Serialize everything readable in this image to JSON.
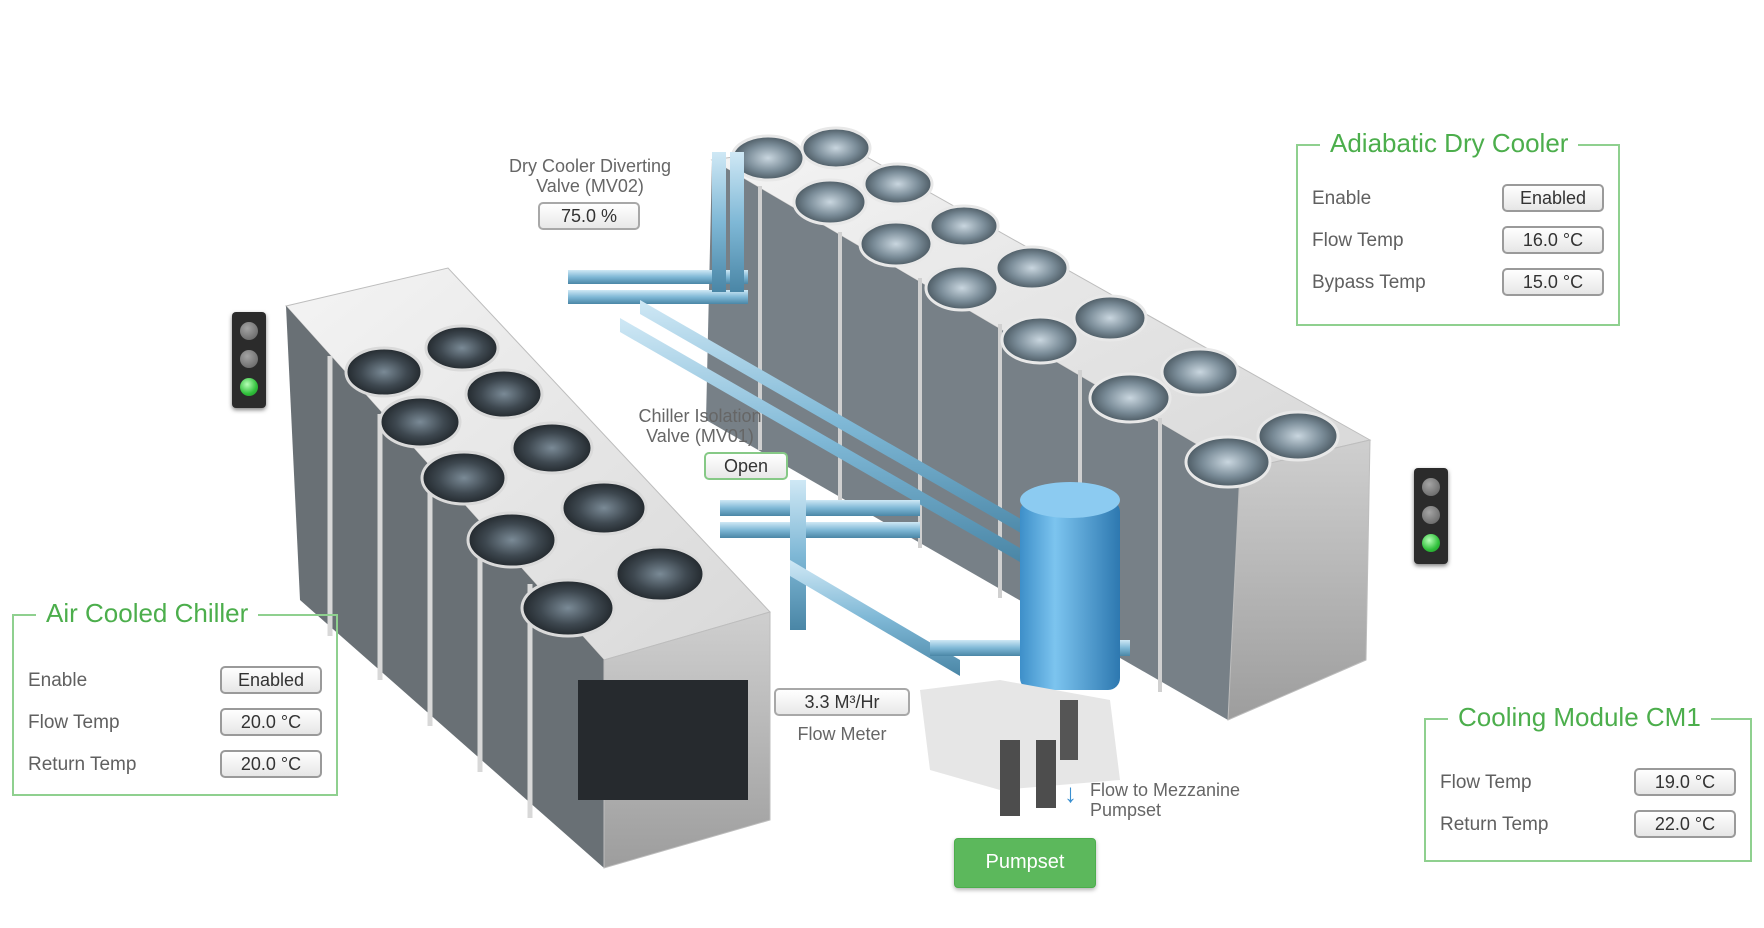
{
  "colors": {
    "accent_green": "#4cae4c",
    "panel_border": "#8fd08f",
    "button_green": "#5cb85c"
  },
  "adiabatic_dry_cooler": {
    "title": "Adiabatic Dry Cooler",
    "rows": [
      {
        "label": "Enable",
        "value": "Enabled"
      },
      {
        "label": "Flow Temp",
        "value": "16.0 °C"
      },
      {
        "label": "Bypass Temp",
        "value": "15.0 °C"
      }
    ]
  },
  "air_cooled_chiller": {
    "title": "Air Cooled Chiller",
    "rows": [
      {
        "label": "Enable",
        "value": "Enabled"
      },
      {
        "label": "Flow Temp",
        "value": "20.0 °C"
      },
      {
        "label": "Return Temp",
        "value": "20.0 °C"
      }
    ]
  },
  "cooling_module": {
    "title": "Cooling Module CM1",
    "rows": [
      {
        "label": "Flow Temp",
        "value": "19.0 °C"
      },
      {
        "label": "Return Temp",
        "value": "22.0 °C"
      }
    ]
  },
  "dry_cooler_valve": {
    "label_line1": "Dry Cooler Diverting",
    "label_line2": "Valve (MV02)",
    "value": "75.0 %"
  },
  "chiller_valve": {
    "label_line1": "Chiller Isolation",
    "label_line2": "Valve (MV01)",
    "value": "Open"
  },
  "flow_meter": {
    "value": "3.3 M³/Hr",
    "label": "Flow Meter"
  },
  "mezzanine": {
    "label_line1": "Flow to Mezzanine",
    "label_line2": "Pumpset",
    "arrow": "↓"
  },
  "pumpset_button": {
    "label": "Pumpset"
  },
  "traffic_lights": [
    {
      "name": "chiller-status-light",
      "active": "green"
    },
    {
      "name": "dry-cooler-status-light",
      "active": "green"
    }
  ]
}
